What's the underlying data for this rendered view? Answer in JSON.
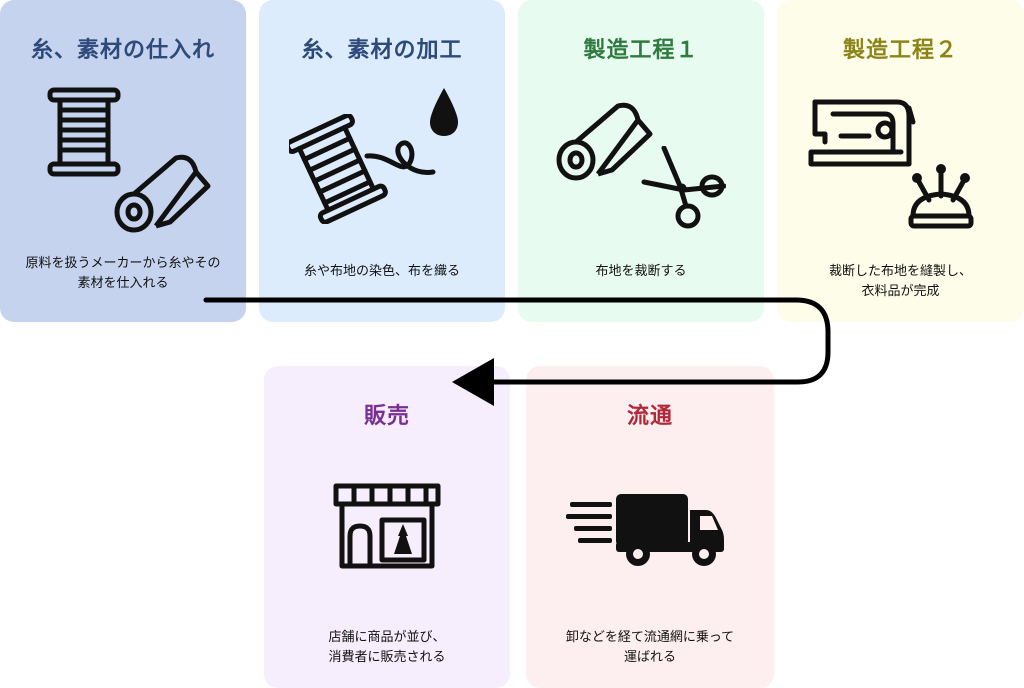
{
  "steps": [
    {
      "title": "糸、素材の仕入れ",
      "desc": "原料を扱うメーカーから糸やその\n素材を仕入れる",
      "bg": "#c5d3ee",
      "title_color": "#2d4a7a"
    },
    {
      "title": "糸、素材の加工",
      "desc": "糸や布地の染色、布を織る",
      "bg": "#dcecfc",
      "title_color": "#2d4a7a"
    },
    {
      "title": "製造工程１",
      "desc": "布地を裁断する",
      "bg": "#e8fbf0",
      "title_color": "#2f7a3e"
    },
    {
      "title": "製造工程２",
      "desc": "裁断した布地を縫製し、\n衣料品が完成",
      "bg": "#fefdea",
      "title_color": "#8c8418"
    },
    {
      "title": "流通",
      "desc": "卸などを経て流通網に乗って\n運ばれる",
      "bg": "#fdeff0",
      "title_color": "#b0283a"
    },
    {
      "title": "販売",
      "desc": "店舗に商品が並び、\n消費者に販売される",
      "bg": "#f6edfd",
      "title_color": "#7a2f92"
    }
  ],
  "icons": {
    "step1": [
      "thread-spool-icon",
      "fabric-roll-icon"
    ],
    "step2": [
      "thread-spool-icon",
      "dye-drop-icon"
    ],
    "step3": [
      "fabric-roll-icon",
      "scissors-icon"
    ],
    "step4": [
      "sewing-machine-icon",
      "pincushion-icon"
    ],
    "step5": [
      "delivery-truck-icon"
    ],
    "step6": [
      "storefront-icon"
    ]
  }
}
